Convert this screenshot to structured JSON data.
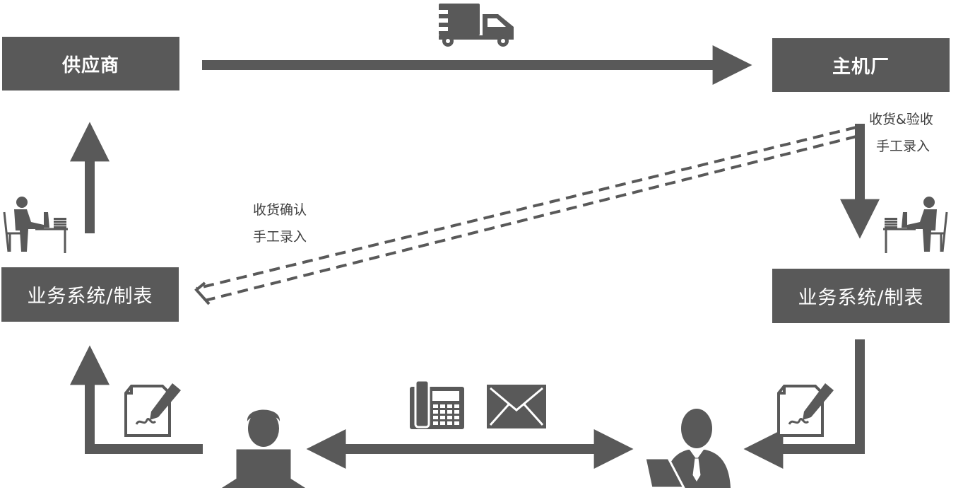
{
  "nodes": {
    "supplier": "供应商",
    "oem": "主机厂",
    "left_system": "业务系统/制表",
    "right_system": "业务系统/制表"
  },
  "notes": {
    "receive_accept": {
      "line1": "收货&验收",
      "line2": "手工录入"
    },
    "receive_confirm": {
      "line1": "收货确认",
      "line2": "手工录入"
    }
  },
  "icons": {
    "truck": "truck-icon",
    "phone": "telephone-icon",
    "mail": "envelope-icon",
    "form": "form-sign-icon",
    "worker": "desk-worker-icon",
    "person_laptop": "person-laptop-icon",
    "businessman": "businessman-icon"
  },
  "colors": {
    "node_fill": "#595959",
    "arrow": "#595959",
    "text": "#404040"
  }
}
